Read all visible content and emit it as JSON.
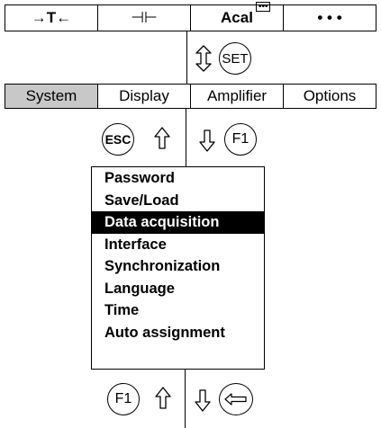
{
  "top_keys": [
    {
      "label": "→T←",
      "name": "tare-key"
    },
    {
      "label": "⊣⊢",
      "name": "zero-key"
    },
    {
      "label": "Acal",
      "name": "acal-key"
    },
    {
      "label": "• • •",
      "name": "more-key"
    }
  ],
  "acal_badge": "•••",
  "set_key": "SET",
  "tabs": [
    "System",
    "Display",
    "Amplifier",
    "Options"
  ],
  "active_tab": "System",
  "esc_key": "ESC",
  "f1_key": "F1",
  "menu": {
    "items": [
      "Password",
      "Save/Load",
      "Data acquisition",
      "Interface",
      "Synchronization",
      "Language",
      "Time",
      "Auto assignment"
    ],
    "selected": "Data acquisition"
  },
  "bottom_f1_key": "F1"
}
